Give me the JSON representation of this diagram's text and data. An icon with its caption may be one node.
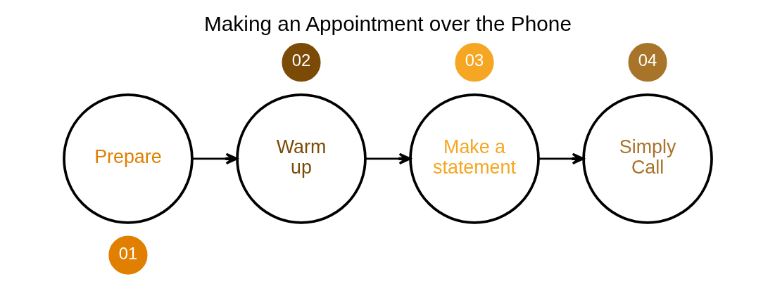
{
  "diagram": {
    "title": "Making an Appointment over the Phone",
    "nodes": [
      {
        "text": [
          "Prepare"
        ]
      },
      {
        "text": [
          "01"
        ]
      },
      {
        "text": [
          "Warm up"
        ]
      },
      {
        "text": [
          "02"
        ]
      },
      {
        "text": [
          "Make a statement"
        ]
      },
      {
        "text": [
          "03"
        ]
      },
      {
        "text": [
          "Simply Call"
        ]
      },
      {
        "text": [
          "04"
        ]
      }
    ],
    "edges": [
      {
        "from": 0,
        "to": 2,
        "arrow": "to"
      },
      {
        "from": 2,
        "to": 4,
        "arrow": "to"
      },
      {
        "from": 4,
        "to": 6,
        "arrow": "to"
      }
    ]
  }
}
